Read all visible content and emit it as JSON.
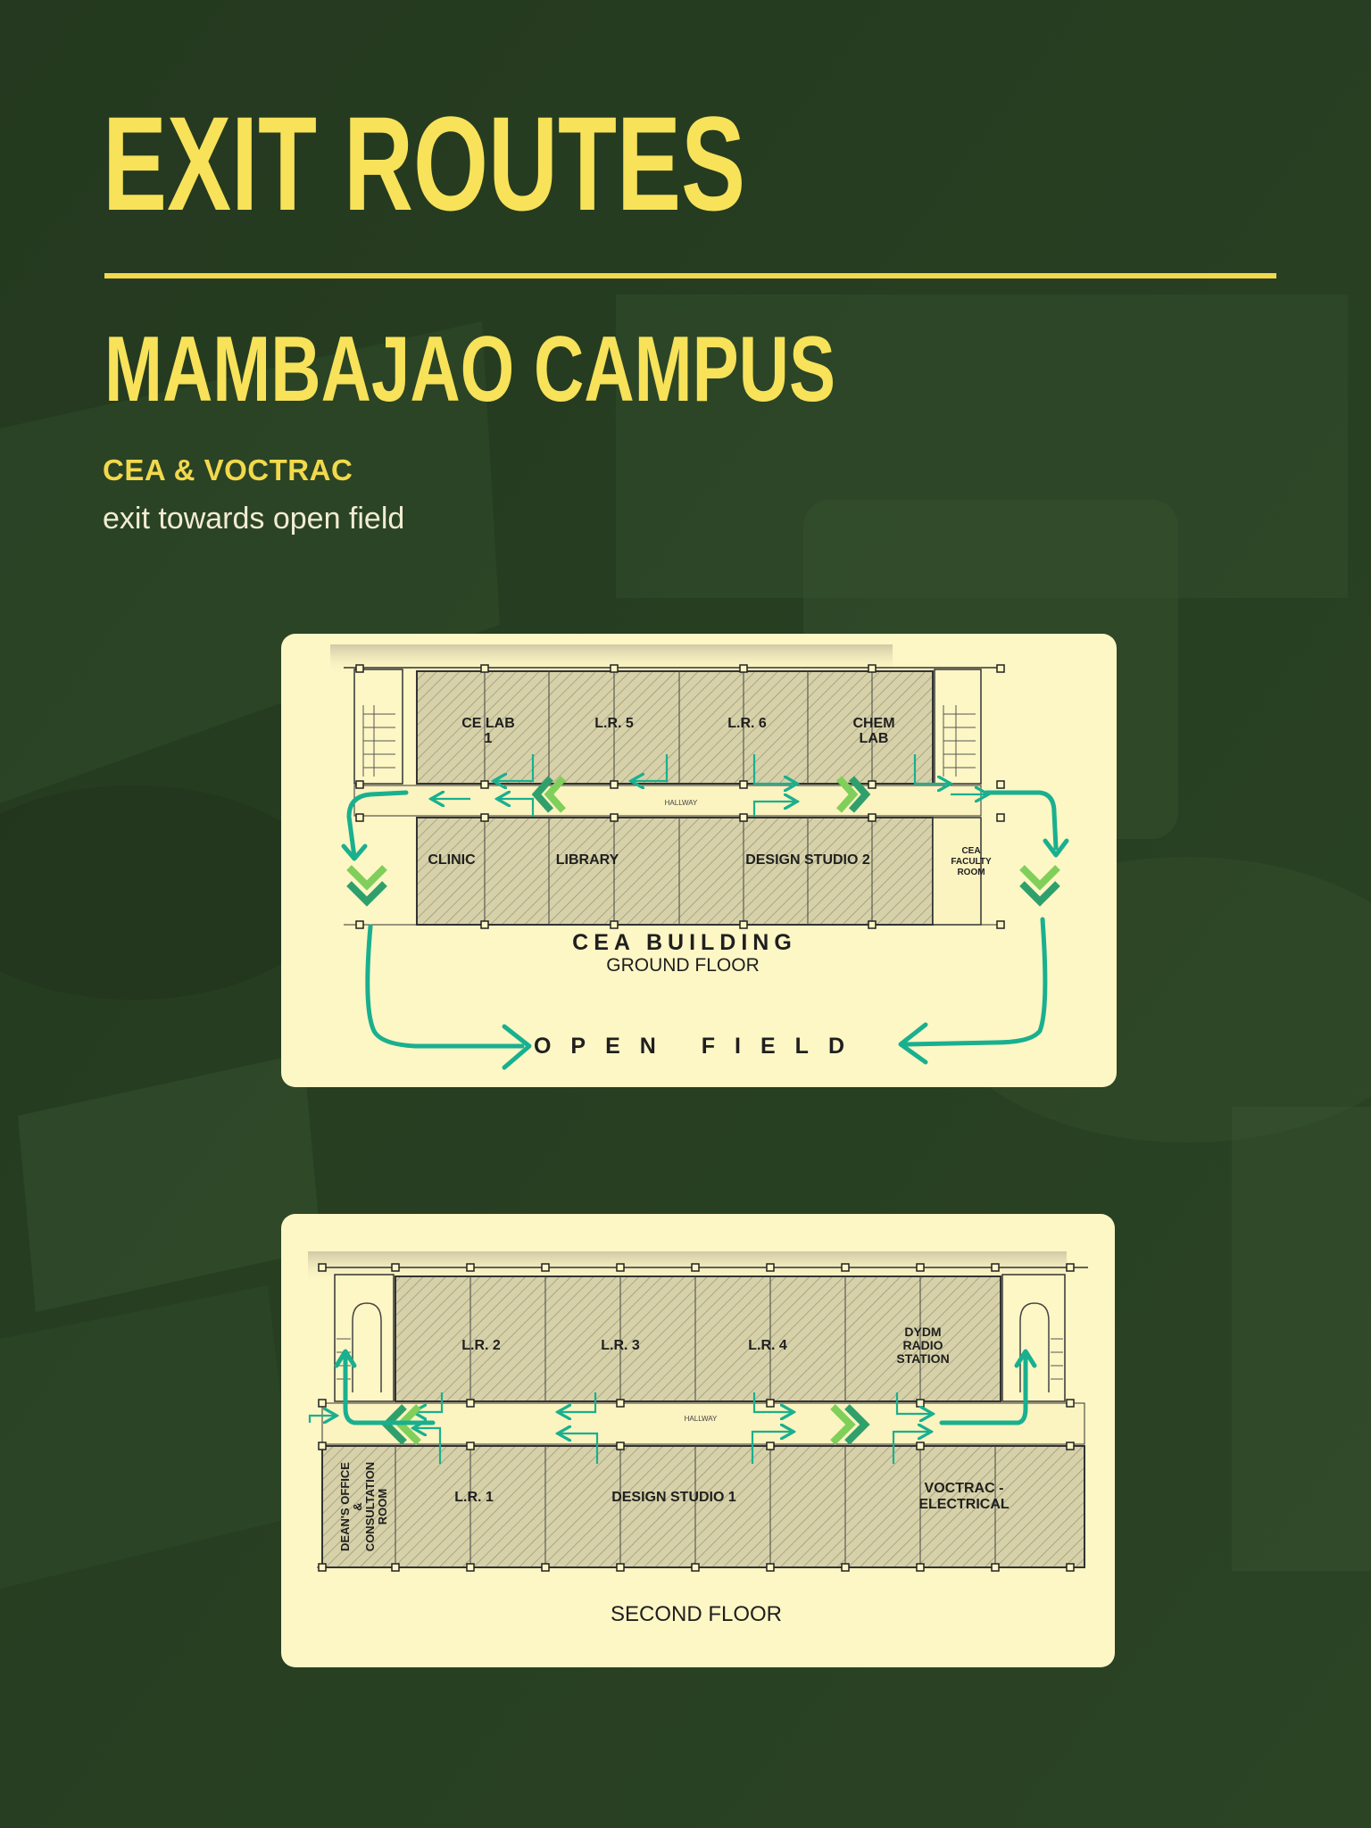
{
  "header": {
    "title": "EXIT ROUTES",
    "campus": "MAMBAJAO CAMPUS",
    "building_group": "CEA & VOCTRAC",
    "instruction": "exit towards open field"
  },
  "ground_floor": {
    "hallway": "HALLWAY",
    "top_rooms": [
      {
        "line1": "CE LAB",
        "line2": "1"
      },
      {
        "line1": "L.R. 5",
        "line2": ""
      },
      {
        "line1": "L.R. 6",
        "line2": ""
      },
      {
        "line1": "CHEM",
        "line2": "LAB"
      }
    ],
    "bottom_rooms": [
      "CLINIC",
      "LIBRARY",
      "DESIGN STUDIO 2"
    ],
    "faculty_room": [
      "CEA",
      "FACULTY",
      "ROOM"
    ],
    "building_title": "CEA BUILDING",
    "floor_label": "GROUND FLOOR",
    "open_field": "OPEN FIELD"
  },
  "second_floor": {
    "hallway": "HALLWAY",
    "top_rooms": [
      {
        "lines": [
          "L.R. 2"
        ]
      },
      {
        "lines": [
          "L.R. 3"
        ]
      },
      {
        "lines": [
          "L.R. 4"
        ]
      },
      {
        "lines": [
          "DYDM",
          "RADIO",
          "STATION"
        ]
      }
    ],
    "deans_office": [
      "DEAN'S OFFICE",
      "&",
      "CONSULTATION",
      "ROOM"
    ],
    "bottom_rooms": [
      {
        "lines": [
          "L.R. 1"
        ]
      },
      {
        "lines": [
          "DESIGN STUDIO 1"
        ]
      },
      {
        "lines": [
          "VOCTRAC -",
          "ELECTRICAL"
        ]
      }
    ],
    "floor_label": "SECOND FLOOR"
  },
  "colors": {
    "background": "#253c22",
    "accent_yellow": "#f7e25a",
    "card": "#fdf6c5",
    "route_teal": "#19b08f",
    "chevron_light": "#7fcf5a",
    "chevron_dark": "#2fa06c"
  }
}
